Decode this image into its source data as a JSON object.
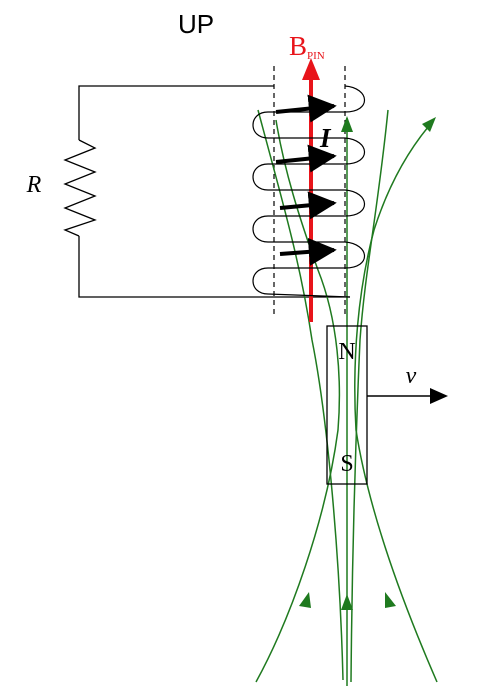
{
  "labels": {
    "direction": "UP",
    "field_symbol": "B",
    "field_subscript": "PIN",
    "current": "I",
    "resistor": "R",
    "velocity": "v",
    "north": "N",
    "south": "S"
  },
  "colors": {
    "field": "#e8141a",
    "field_lines": "#1f7a1f",
    "wire": "#000000",
    "background": "#ffffff"
  }
}
